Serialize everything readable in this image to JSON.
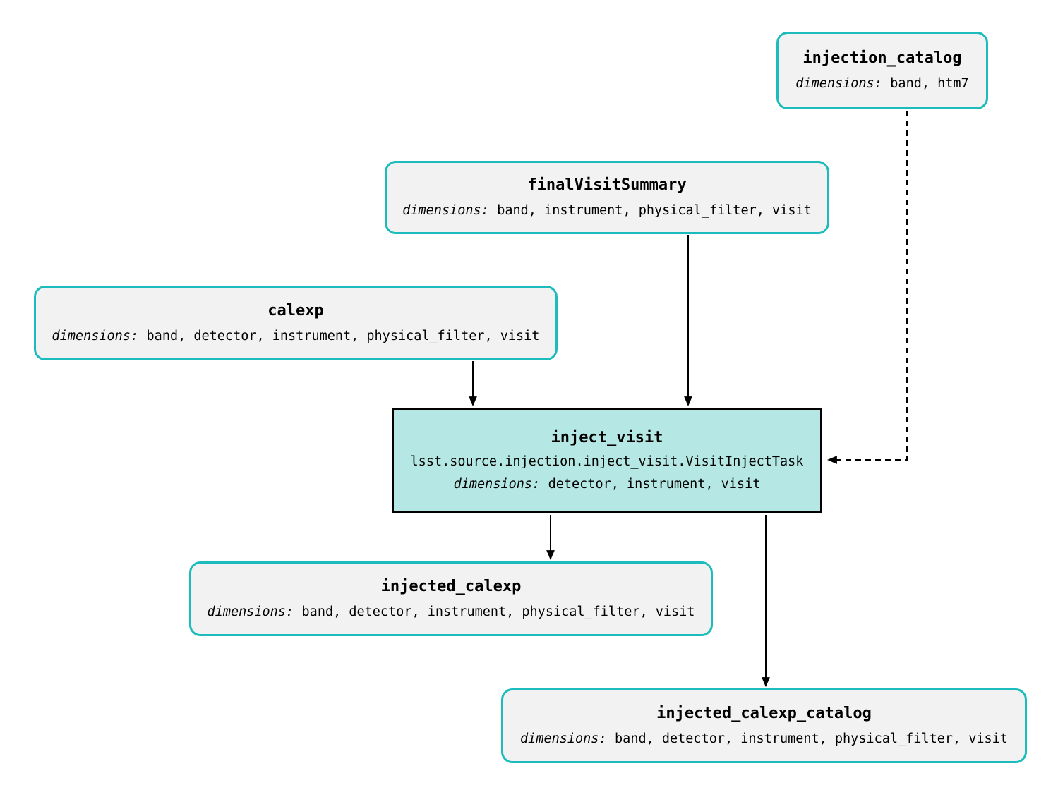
{
  "diagram": {
    "colors": {
      "dataset_border": "#1cbcbc",
      "dataset_bg": "#f2f2f2",
      "task_bg": "#b5e8e4",
      "task_border": "#000000",
      "arrow": "#000000"
    },
    "nodes": {
      "injection_catalog": {
        "title": "injection_catalog",
        "dims_label": "dimensions:",
        "dims": "band, htm7"
      },
      "finalVisitSummary": {
        "title": "finalVisitSummary",
        "dims_label": "dimensions:",
        "dims": "band, instrument, physical_filter, visit"
      },
      "calexp": {
        "title": "calexp",
        "dims_label": "dimensions:",
        "dims": "band, detector, instrument, physical_filter, visit"
      },
      "inject_visit": {
        "title": "inject_visit",
        "task_class": "lsst.source.injection.inject_visit.VisitInjectTask",
        "dims_label": "dimensions:",
        "dims": "detector, instrument, visit"
      },
      "injected_calexp": {
        "title": "injected_calexp",
        "dims_label": "dimensions:",
        "dims": "band, detector, instrument, physical_filter, visit"
      },
      "injected_calexp_catalog": {
        "title": "injected_calexp_catalog",
        "dims_label": "dimensions:",
        "dims": "band, detector, instrument, physical_filter, visit"
      }
    },
    "edges": [
      {
        "from": "calexp",
        "to": "inject_visit",
        "style": "solid"
      },
      {
        "from": "finalVisitSummary",
        "to": "inject_visit",
        "style": "solid"
      },
      {
        "from": "injection_catalog",
        "to": "inject_visit",
        "style": "dashed"
      },
      {
        "from": "inject_visit",
        "to": "injected_calexp",
        "style": "solid"
      },
      {
        "from": "inject_visit",
        "to": "injected_calexp_catalog",
        "style": "solid"
      }
    ]
  }
}
